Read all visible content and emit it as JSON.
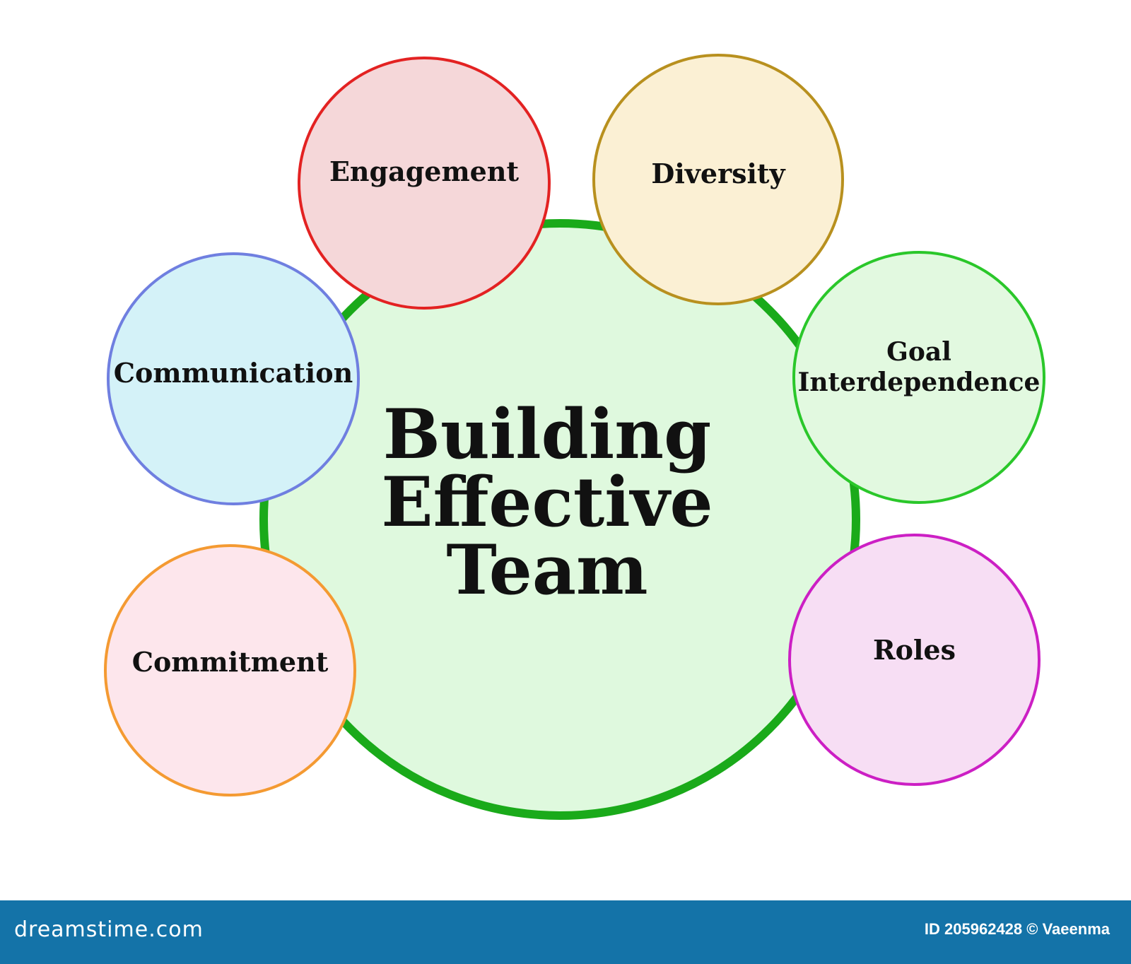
{
  "diagram": {
    "center": {
      "label": "Building\nEffective\nTeam",
      "fill": "#dff9de",
      "border": "#1aaa1a"
    },
    "factors": [
      {
        "label": "Engagement",
        "fill": "#f5d7d9",
        "border": "#e32222"
      },
      {
        "label": "Diversity",
        "fill": "#fbf0d4",
        "border": "#b8901e"
      },
      {
        "label": "Communication",
        "fill": "#d4f2f8",
        "border": "#6f7fe0"
      },
      {
        "label": "Goal\nInterdependence",
        "fill": "#e2f9e0",
        "border": "#2ac72a"
      },
      {
        "label": "Commitment",
        "fill": "#fde6ec",
        "border": "#f49a32"
      },
      {
        "label": "Roles",
        "fill": "#f7def4",
        "border": "#cc1fc4"
      }
    ]
  },
  "footer": {
    "brand": "dreamstime.com",
    "credit": "ID 205962428 © Vaeenma",
    "background": "#1473a8"
  }
}
